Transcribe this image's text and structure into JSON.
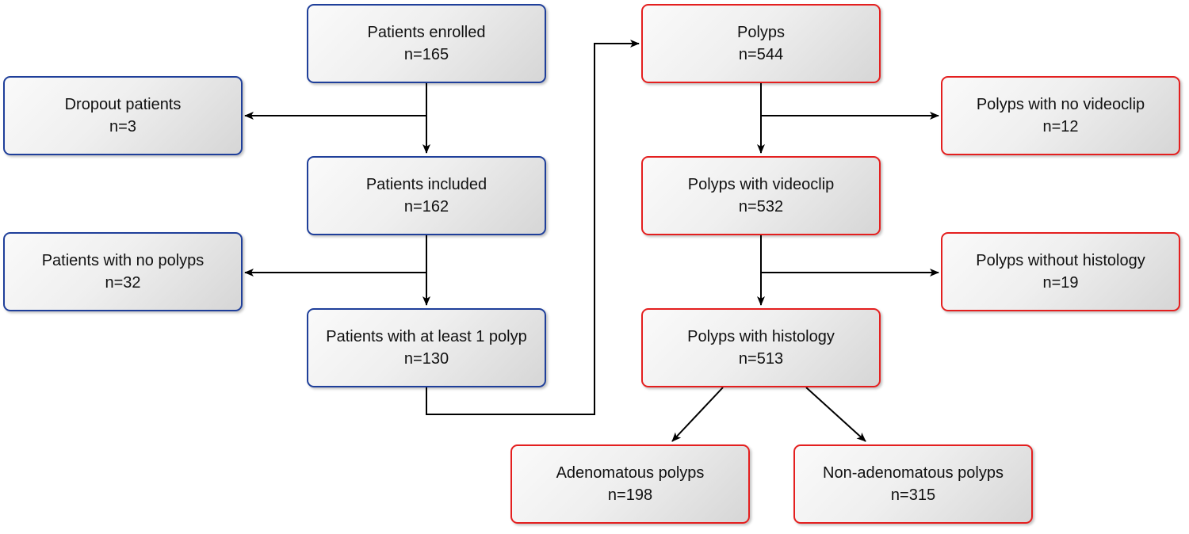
{
  "colors": {
    "patient_border": "#1f3f9a",
    "polyp_border": "#e41f1f",
    "arrow": "#000000"
  },
  "boxes": {
    "patients_enrolled": {
      "label": "Patients enrolled",
      "count": "n=165"
    },
    "dropout_patients": {
      "label": "Dropout patients",
      "count": "n=3"
    },
    "patients_included": {
      "label": "Patients included",
      "count": "n=162"
    },
    "patients_no_polyps": {
      "label": "Patients with no polyps",
      "count": "n=32"
    },
    "patients_at_least_1_polyp": {
      "label": "Patients with at least 1 polyp",
      "count": "n=130"
    },
    "polyps": {
      "label": "Polyps",
      "count": "n=544"
    },
    "polyps_no_videoclip": {
      "label": "Polyps with no videoclip",
      "count": "n=12"
    },
    "polyps_with_videoclip": {
      "label": "Polyps with videoclip",
      "count": "n=532"
    },
    "polyps_without_histology": {
      "label": "Polyps without histology",
      "count": "n=19"
    },
    "polyps_with_histology": {
      "label": "Polyps with histology",
      "count": "n=513"
    },
    "adenomatous_polyps": {
      "label": "Adenomatous polyps",
      "count": "n=198"
    },
    "non_adenomatous_polyps": {
      "label": "Non-adenomatous polyps",
      "count": "n=315"
    }
  }
}
